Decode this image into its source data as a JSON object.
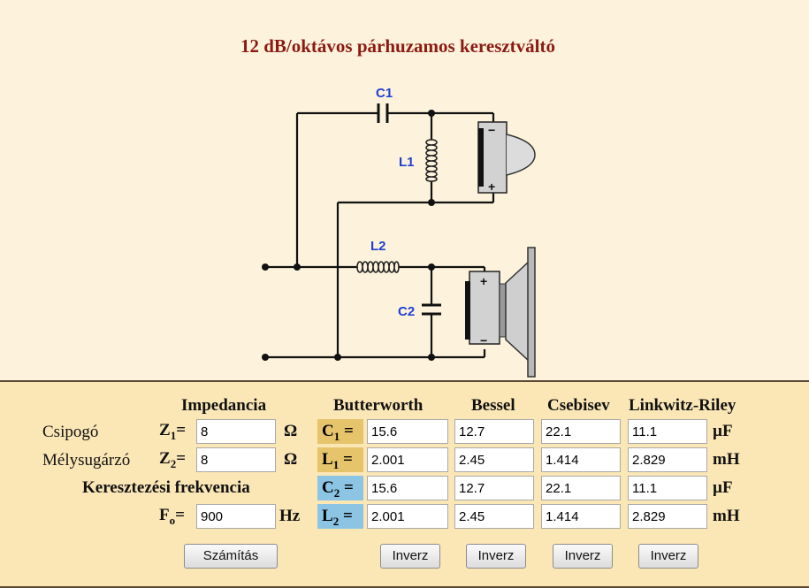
{
  "title": "12 dB/oktávos párhuzamos keresztváltó",
  "circuit": {
    "c1": "C1",
    "l1": "L1",
    "l2": "L2",
    "c2": "C2",
    "minus": "−",
    "plus": "+"
  },
  "headers": {
    "impedance": "Impedancia",
    "butterworth": "Butterworth",
    "bessel": "Bessel",
    "csebisev": "Csebisev",
    "linkwitz": "Linkwitz-Riley"
  },
  "rows": {
    "tweeter_label": "Csipogó",
    "woofer_label": "Mélysugárzó",
    "freq_label": "Keresztezési frekvencia",
    "z1_letter": "Z",
    "z1_sub": "1",
    "z2_letter": "Z",
    "z2_sub": "2",
    "fo_letter": "F",
    "fo_sub": "o",
    "eq": "=",
    "z1_value": "8",
    "z2_value": "8",
    "fo_value": "900",
    "ohm": "Ω",
    "hz": "Hz"
  },
  "comp": {
    "c1_letter": "C",
    "c1_sub": "1",
    "l1_letter": "L",
    "l1_sub": "1",
    "c2_letter": "C",
    "c2_sub": "2",
    "l2_letter": "L",
    "l2_sub": "2",
    "eq": " ="
  },
  "values": {
    "butterworth": [
      "15.6",
      "2.001",
      "15.6",
      "2.001"
    ],
    "bessel": [
      "12.7",
      "2.45",
      "12.7",
      "2.45"
    ],
    "csebisev": [
      "22.1",
      "1.414",
      "22.1",
      "1.414"
    ],
    "linkwitz": [
      "11.1",
      "2.829",
      "11.1",
      "2.829"
    ]
  },
  "units": [
    "µF",
    "mH",
    "µF",
    "mH"
  ],
  "buttons": {
    "calc": "Számítás",
    "inverse": "Inverz"
  },
  "colors": {
    "title": "#8b1b12",
    "panel": "#fbe7b6",
    "gold": "#e6c46c",
    "blue": "#8cc4e4",
    "circuit_label": "#1f3fd4"
  }
}
